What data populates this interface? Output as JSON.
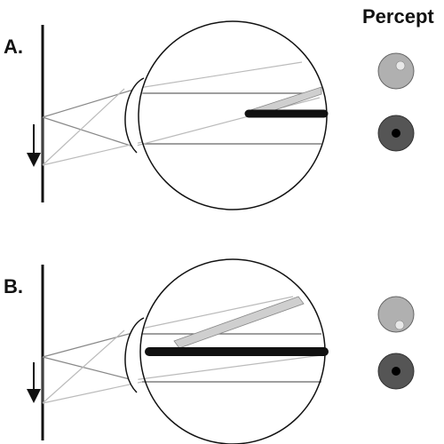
{
  "header": {
    "percept_label": "Percept"
  },
  "panels": [
    {
      "label": "A."
    },
    {
      "label": "B."
    }
  ],
  "colors": {
    "line": "#111111",
    "ray_gray": "#888888",
    "ray_light": "#bbbbbb",
    "band_fill": "#cfcfcf",
    "percept_light": "#b0b0b0",
    "percept_dark": "#555555",
    "percept_dot_light": "#e8e8e8",
    "percept_dot_dark": "#000000"
  },
  "icons": [
    "down-arrow-icon"
  ]
}
